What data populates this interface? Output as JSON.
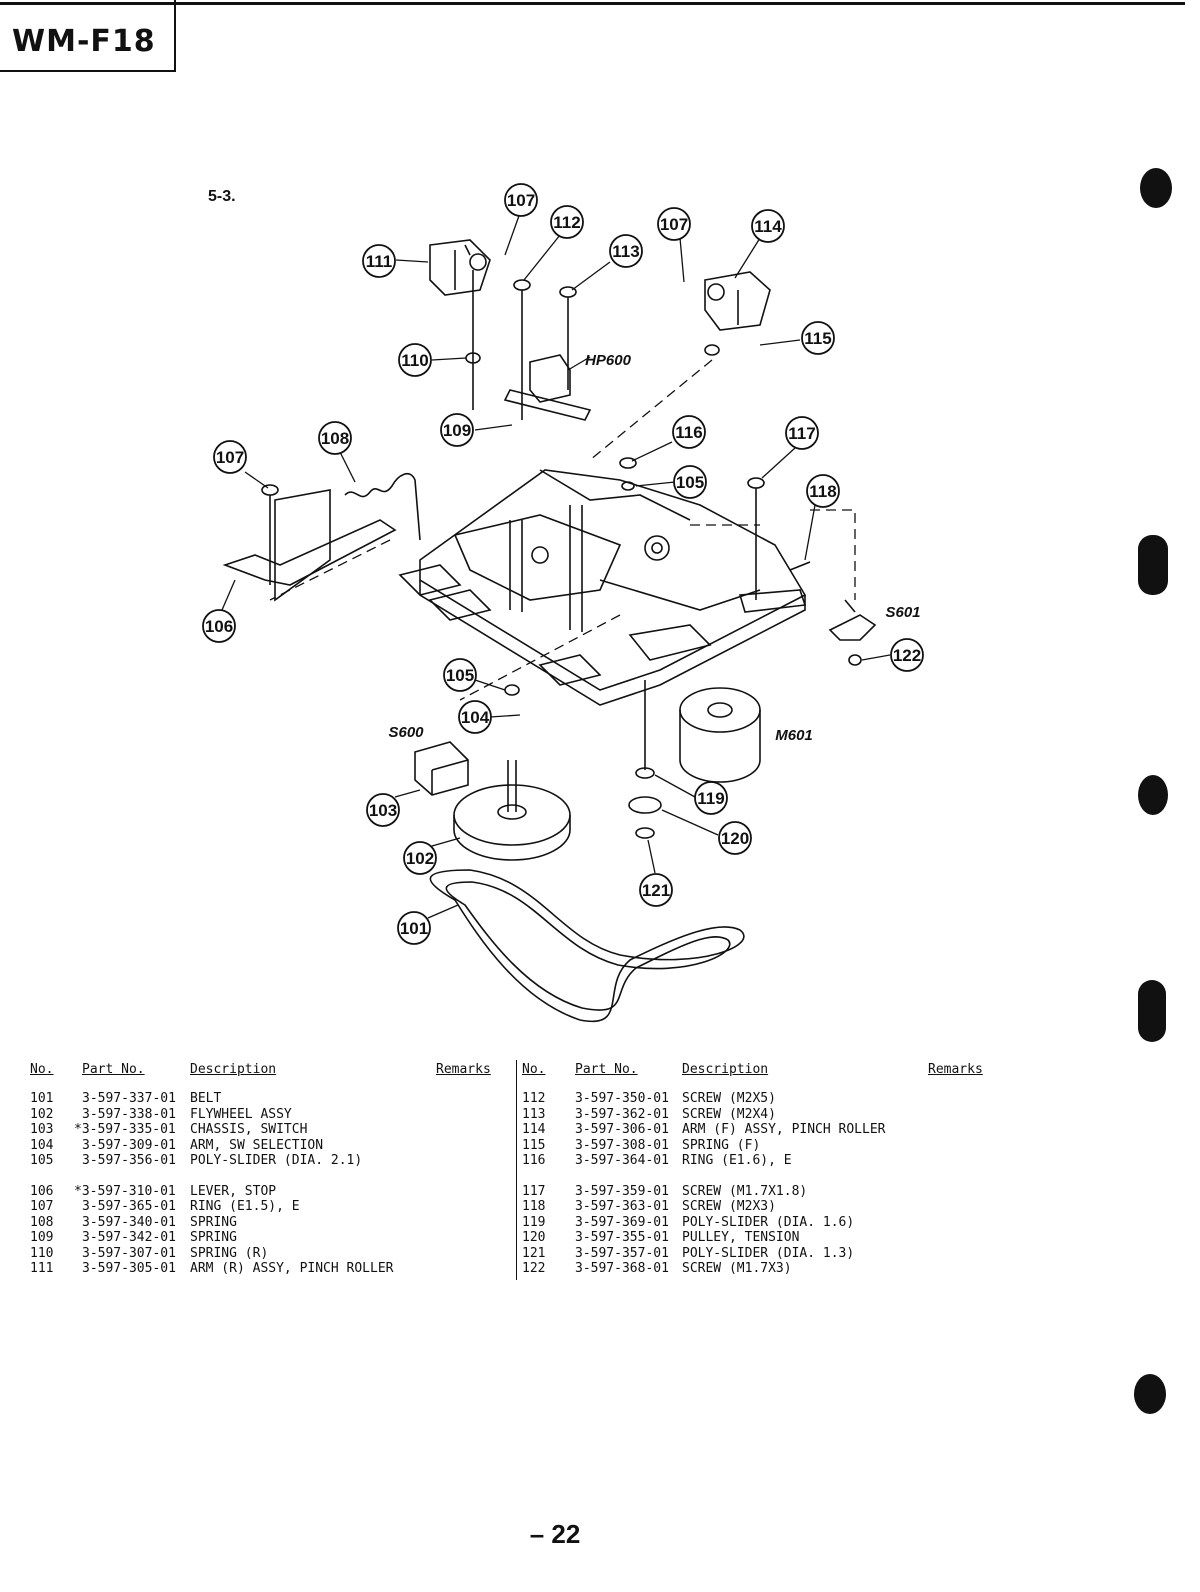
{
  "header": {
    "model": "WM-F18"
  },
  "section": "5-3.",
  "diagram": {
    "callouts": [
      {
        "id": "c101",
        "label": "101"
      },
      {
        "id": "c102",
        "label": "102"
      },
      {
        "id": "c103",
        "label": "103"
      },
      {
        "id": "c104",
        "label": "104"
      },
      {
        "id": "c105a",
        "label": "105"
      },
      {
        "id": "c105b",
        "label": "105"
      },
      {
        "id": "c106",
        "label": "106"
      },
      {
        "id": "c107a",
        "label": "107"
      },
      {
        "id": "c107b",
        "label": "107"
      },
      {
        "id": "c107c",
        "label": "107"
      },
      {
        "id": "c108",
        "label": "108"
      },
      {
        "id": "c109",
        "label": "109"
      },
      {
        "id": "c110",
        "label": "110"
      },
      {
        "id": "c111",
        "label": "111"
      },
      {
        "id": "c112",
        "label": "112"
      },
      {
        "id": "c113",
        "label": "113"
      },
      {
        "id": "c114",
        "label": "114"
      },
      {
        "id": "c115",
        "label": "115"
      },
      {
        "id": "c116",
        "label": "116"
      },
      {
        "id": "c117",
        "label": "117"
      },
      {
        "id": "c118",
        "label": "118"
      },
      {
        "id": "c119",
        "label": "119"
      },
      {
        "id": "c120",
        "label": "120"
      },
      {
        "id": "c121",
        "label": "121"
      },
      {
        "id": "c122",
        "label": "122"
      }
    ],
    "refs": {
      "hp600": "HP600",
      "s601": "S601",
      "s600": "S600",
      "m601": "M601"
    }
  },
  "table": {
    "headers": {
      "no": "No.",
      "part_no": "Part No.",
      "description": "Description",
      "remarks": "Remarks"
    },
    "left": [
      {
        "no": "101",
        "part": "3-597-337-01",
        "desc": "BELT"
      },
      {
        "no": "102",
        "part": "3-597-338-01",
        "desc": "FLYWHEEL ASSY"
      },
      {
        "no": "103",
        "part": "*3-597-335-01",
        "desc": "CHASSIS, SWITCH"
      },
      {
        "no": "104",
        "part": "3-597-309-01",
        "desc": "ARM, SW SELECTION"
      },
      {
        "no": "105",
        "part": "3-597-356-01",
        "desc": "POLY-SLIDER (DIA. 2.1)"
      },
      {
        "no": "106",
        "part": "*3-597-310-01",
        "desc": "LEVER, STOP"
      },
      {
        "no": "107",
        "part": "3-597-365-01",
        "desc": "RING (E1.5), E"
      },
      {
        "no": "108",
        "part": "3-597-340-01",
        "desc": "SPRING"
      },
      {
        "no": "109",
        "part": "3-597-342-01",
        "desc": "SPRING"
      },
      {
        "no": "110",
        "part": "3-597-307-01",
        "desc": "SPRING (R)"
      },
      {
        "no": "111",
        "part": "3-597-305-01",
        "desc": "ARM (R) ASSY, PINCH ROLLER"
      }
    ],
    "right": [
      {
        "no": "112",
        "part": "3-597-350-01",
        "desc": "SCREW (M2X5)"
      },
      {
        "no": "113",
        "part": "3-597-362-01",
        "desc": "SCREW (M2X4)"
      },
      {
        "no": "114",
        "part": "3-597-306-01",
        "desc": "ARM (F) ASSY, PINCH ROLLER"
      },
      {
        "no": "115",
        "part": "3-597-308-01",
        "desc": "SPRING (F)"
      },
      {
        "no": "116",
        "part": "3-597-364-01",
        "desc": "RING (E1.6), E"
      },
      {
        "no": "117",
        "part": "3-597-359-01",
        "desc": "SCREW (M1.7X1.8)"
      },
      {
        "no": "118",
        "part": "3-597-363-01",
        "desc": "SCREW (M2X3)"
      },
      {
        "no": "119",
        "part": "3-597-369-01",
        "desc": "POLY-SLIDER (DIA. 1.6)"
      },
      {
        "no": "120",
        "part": "3-597-355-01",
        "desc": "PULLEY, TENSION"
      },
      {
        "no": "121",
        "part": "3-597-357-01",
        "desc": "POLY-SLIDER (DIA. 1.3)"
      },
      {
        "no": "122",
        "part": "3-597-368-01",
        "desc": "SCREW (M1.7X3)"
      }
    ]
  },
  "footer": {
    "page": "– 22"
  }
}
